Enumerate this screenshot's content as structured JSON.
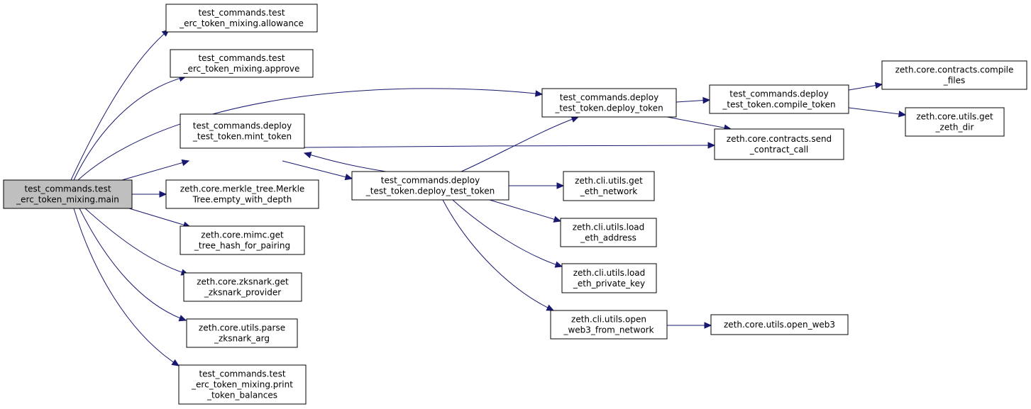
{
  "colors": {
    "edge": "#191970",
    "root_fill": "#bfbfbf",
    "node_fill": "#ffffff",
    "node_border": "#000000"
  },
  "nodes": [
    {
      "id": "main",
      "lines": [
        "test_commands.test",
        "_erc_token_mixing.main"
      ]
    },
    {
      "id": "allowance",
      "lines": [
        "test_commands.test",
        "_erc_token_mixing.allowance"
      ]
    },
    {
      "id": "approve",
      "lines": [
        "test_commands.test",
        "_erc_token_mixing.approve"
      ]
    },
    {
      "id": "mint_token",
      "lines": [
        "test_commands.deploy",
        "_test_token.mint_token"
      ]
    },
    {
      "id": "empty_with_depth",
      "lines": [
        "zeth.core.merkle_tree.Merkle",
        "Tree.empty_with_depth"
      ]
    },
    {
      "id": "tree_hash",
      "lines": [
        "zeth.core.mimc.get",
        "_tree_hash_for_pairing"
      ]
    },
    {
      "id": "zksnark_provider",
      "lines": [
        "zeth.core.zksnark.get",
        "_zksnark_provider"
      ]
    },
    {
      "id": "parse_zksnark_arg",
      "lines": [
        "zeth.core.utils.parse",
        "_zksnark_arg"
      ]
    },
    {
      "id": "print_balances",
      "lines": [
        "test_commands.test",
        "_erc_token_mixing.print",
        "_token_balances"
      ]
    },
    {
      "id": "deploy_test_token",
      "lines": [
        "test_commands.deploy",
        "_test_token.deploy_test_token"
      ]
    },
    {
      "id": "deploy_token",
      "lines": [
        "test_commands.deploy",
        "_test_token.deploy_token"
      ]
    },
    {
      "id": "compile_token",
      "lines": [
        "test_commands.deploy",
        "_test_token.compile_token"
      ]
    },
    {
      "id": "compile_files",
      "lines": [
        "zeth.core.contracts.compile",
        "_files"
      ]
    },
    {
      "id": "get_zeth_dir",
      "lines": [
        "zeth.core.utils.get",
        "_zeth_dir"
      ]
    },
    {
      "id": "send_contract_call",
      "lines": [
        "zeth.core.contracts.send",
        "_contract_call"
      ]
    },
    {
      "id": "get_eth_network",
      "lines": [
        "zeth.cli.utils.get",
        "_eth_network"
      ]
    },
    {
      "id": "load_eth_address",
      "lines": [
        "zeth.cli.utils.load",
        "_eth_address"
      ]
    },
    {
      "id": "load_eth_private_key",
      "lines": [
        "zeth.cli.utils.load",
        "_eth_private_key"
      ]
    },
    {
      "id": "open_web3_from_network",
      "lines": [
        "zeth.cli.utils.open",
        "_web3_from_network"
      ]
    },
    {
      "id": "open_web3",
      "lines": [
        "zeth.core.utils.open_web3"
      ]
    }
  ],
  "edges": [
    {
      "from": "main",
      "to": "allowance"
    },
    {
      "from": "main",
      "to": "approve"
    },
    {
      "from": "main",
      "to": "deploy_token"
    },
    {
      "from": "main",
      "to": "mint_token"
    },
    {
      "from": "main",
      "to": "empty_with_depth"
    },
    {
      "from": "main",
      "to": "tree_hash"
    },
    {
      "from": "main",
      "to": "zksnark_provider"
    },
    {
      "from": "main",
      "to": "parse_zksnark_arg"
    },
    {
      "from": "main",
      "to": "print_balances"
    },
    {
      "from": "mint_token",
      "to": "send_contract_call"
    },
    {
      "from": "mint_token",
      "to": "deploy_test_token"
    },
    {
      "from": "deploy_test_token",
      "to": "mint_token"
    },
    {
      "from": "deploy_test_token",
      "to": "deploy_token"
    },
    {
      "from": "deploy_test_token",
      "to": "get_eth_network"
    },
    {
      "from": "deploy_test_token",
      "to": "load_eth_address"
    },
    {
      "from": "deploy_test_token",
      "to": "load_eth_private_key"
    },
    {
      "from": "deploy_test_token",
      "to": "open_web3_from_network"
    },
    {
      "from": "deploy_token",
      "to": "compile_token"
    },
    {
      "from": "deploy_token",
      "to": "send_contract_call"
    },
    {
      "from": "compile_token",
      "to": "compile_files"
    },
    {
      "from": "compile_token",
      "to": "get_zeth_dir"
    },
    {
      "from": "open_web3_from_network",
      "to": "open_web3"
    }
  ]
}
